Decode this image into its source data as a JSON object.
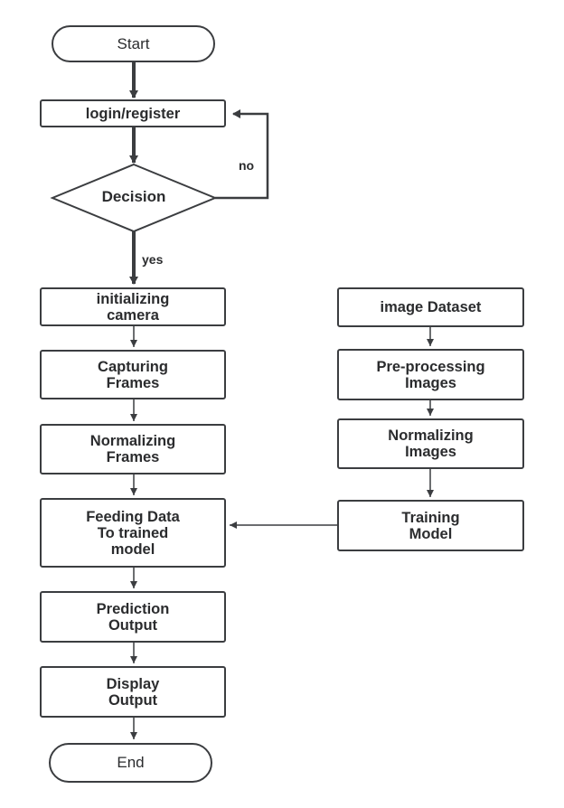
{
  "nodes": {
    "start": "Start",
    "login": "login/register",
    "decision": "Decision",
    "init_camera": "initializing\ncamera",
    "capturing": "Capturing\nFrames",
    "normalizing_frames": "Normalizing\nFrames",
    "feeding": "Feeding Data\nTo trained\nmodel",
    "prediction": "Prediction\nOutput",
    "display": "Display\nOutput",
    "end": "End",
    "image_dataset": "image Dataset",
    "preprocessing": "Pre-processing\nImages",
    "normalizing_images": "Normalizing\nImages",
    "training": "Training\nModel"
  },
  "edges": {
    "no_label": "no",
    "yes_label": "yes"
  },
  "colors": {
    "stroke": "#3b3d40",
    "text": "#2b2c2e",
    "background": "#ffffff"
  }
}
